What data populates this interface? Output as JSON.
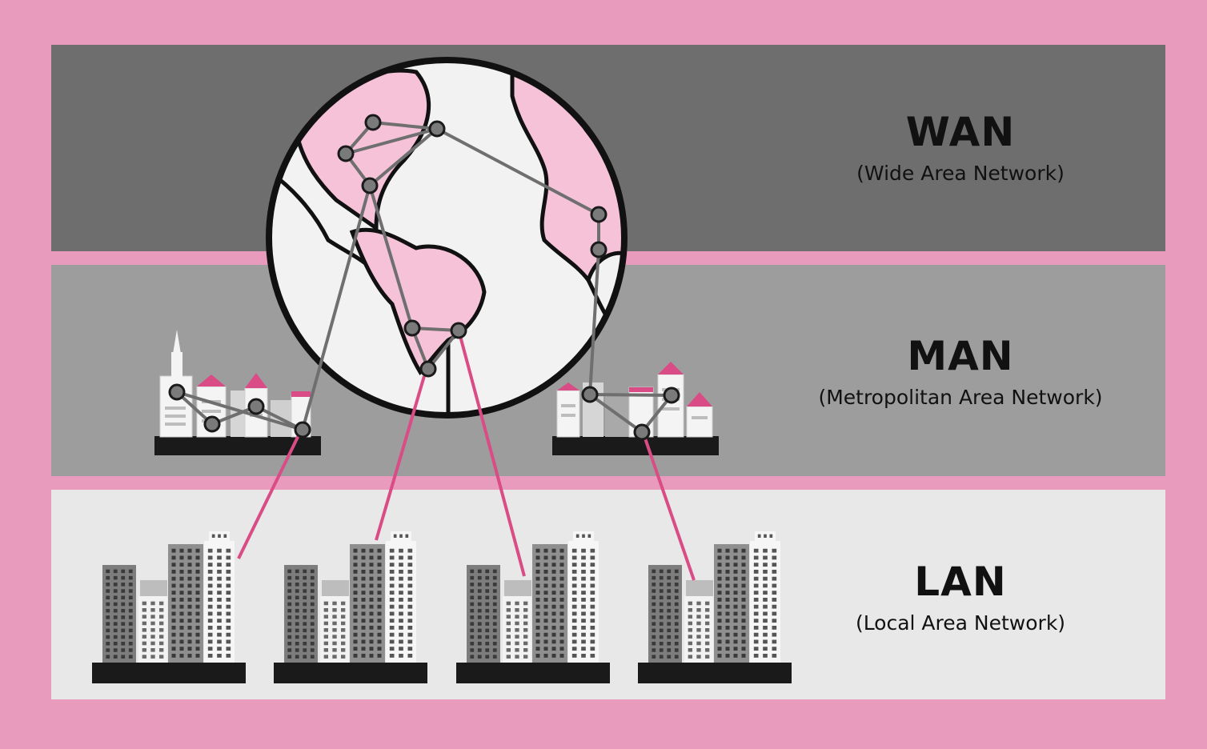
{
  "palette": {
    "background": "#e99bbd",
    "wan_band": "#6e6e6e",
    "man_band": "#9d9d9d",
    "lan_band": "#e8e8e8",
    "accent_pink": "#d94c85",
    "land_pink": "#f5c2d8",
    "node_gray": "#7a7a7a"
  },
  "layers": {
    "wan": {
      "title": "WAN",
      "subtitle": "(Wide Area Network)"
    },
    "man": {
      "title": "MAN",
      "subtitle": "(Metropolitan Area Network)"
    },
    "lan": {
      "title": "LAN",
      "subtitle": "(Local Area Network)"
    }
  },
  "icons": {
    "globe": "globe-icon",
    "city_cluster": "city-skyline-icon",
    "office_cluster": "office-buildings-icon"
  }
}
